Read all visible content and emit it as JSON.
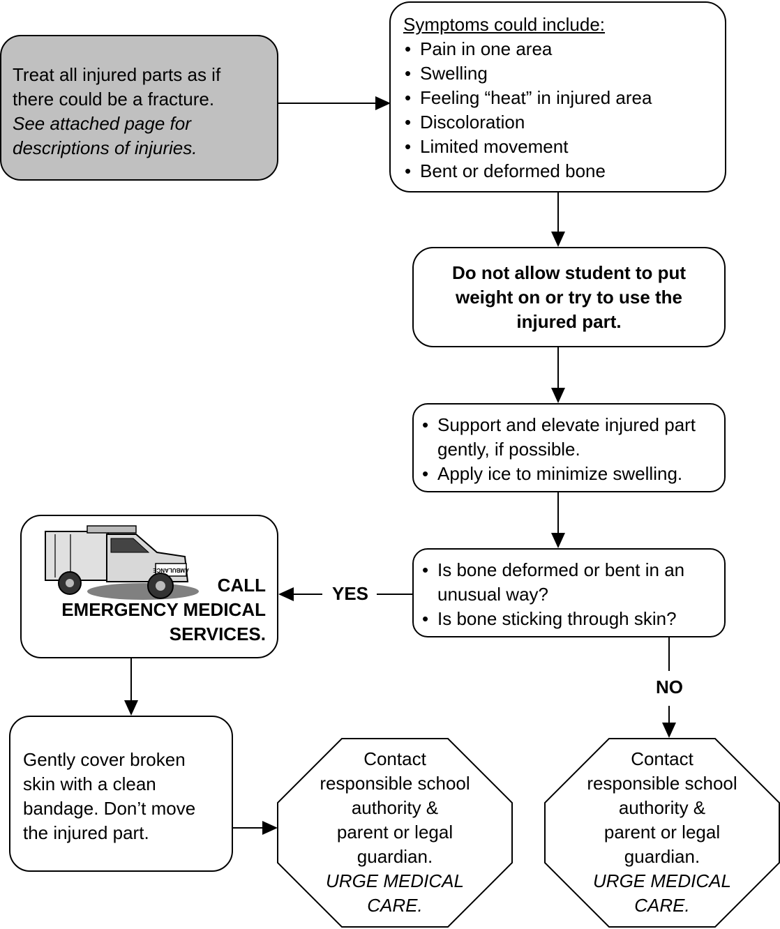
{
  "start_box": {
    "line1": "Treat all injured parts as if",
    "line2": "there could be a fracture.",
    "italic1": "See attached page for",
    "italic2": "descriptions of injuries."
  },
  "symptoms": {
    "heading": "Symptoms could include:",
    "items": [
      "Pain in one area",
      "Swelling",
      "Feeling “heat” in injured area",
      "Discoloration",
      "Limited movement",
      "Bent or deformed bone"
    ]
  },
  "no_weight": {
    "line1": "Do not allow student to put",
    "line2": "weight on or try to use the",
    "line3": "injured part."
  },
  "support": {
    "items": [
      "Support and elevate injured part gently, if possible.",
      "Apply ice to minimize swelling."
    ]
  },
  "question": {
    "items": [
      "Is bone deformed or bent in an unusual way?",
      "Is bone sticking through skin?"
    ]
  },
  "emergency": {
    "line1": "CALL",
    "line2": "EMERGENCY MEDICAL",
    "line3": "SERVICES.",
    "ambulance_lettering": "AMBULANCE"
  },
  "labels": {
    "yes": "YES",
    "no": "NO"
  },
  "cover": {
    "line1": "Gently cover broken",
    "line2": "skin with a clean",
    "line3": "bandage.  Don’t move",
    "line4": "the injured part."
  },
  "contact": {
    "line1": "Contact",
    "line2": "responsible school",
    "line3": "authority &",
    "line4": "parent or legal",
    "line5": "guardian.",
    "italic1": "URGE MEDICAL",
    "italic2": "CARE."
  },
  "colors": {
    "start_fill": "#c0c0c0",
    "stroke": "#000000"
  }
}
